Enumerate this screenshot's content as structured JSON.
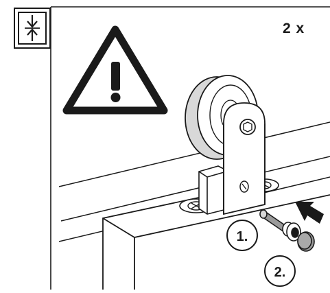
{
  "quantity_label": "2 x",
  "steps": [
    {
      "label": "1."
    },
    {
      "label": "2."
    }
  ],
  "icons": {
    "fit_icon": "vertical-compress-icon",
    "warning": "warning-triangle-icon",
    "push_arrow": "push-arrow-icon"
  },
  "colors": {
    "line": "#1a1a1a",
    "background": "#ffffff",
    "wheel_gray": "#d8d8d8",
    "pin_gray": "#9a9a9a"
  }
}
